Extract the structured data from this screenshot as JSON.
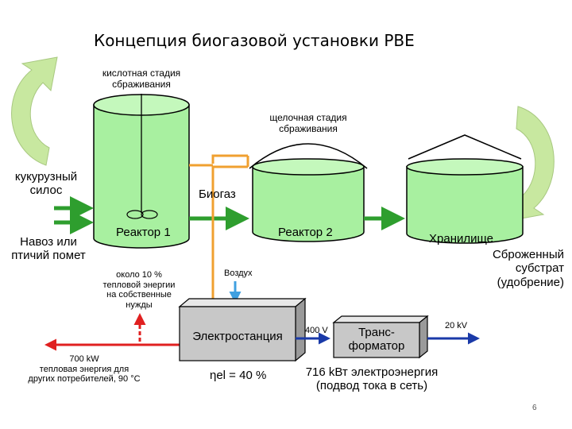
{
  "title": "Концепция биогазовой установки PBE",
  "labels": {
    "acid_stage": "кислотная стадия\nсбраживания",
    "alkaline_stage": "щелочная стадия\nсбраживания",
    "corn_silage": "кукурузный\nсилос",
    "manure": "Навоз или\nптичий помет",
    "biogas": "Биогаз",
    "reactor1": "Реактор 1",
    "reactor2": "Реактор 2",
    "storage": "Хранилище",
    "digestate": "Сброженный\nсубстрат\n(удобрение)",
    "own_needs": "около 10 %\nтепловой энергии\nна собственные\nнужды",
    "air": "Воздух",
    "power_station": "Электростанция",
    "voltage_400": "400 V",
    "transformer": "Транс-\nформатор",
    "voltage_20k": "20 kV",
    "heat_700": "700 kW\nтепловая энергия для\nдругих потребителей, 90 °С",
    "efficiency": "ηel = 40 %",
    "electricity": "716 kВт электроэнергия\n(подвод тока в сеть)",
    "page_number": "6"
  },
  "colors": {
    "tank_fill": "#a8f0a0",
    "tank_stroke": "#000000",
    "gas_line": "#f0a030",
    "feed_arrow": "#2e9e2e",
    "cycle_arrow": "#c8e8a0",
    "air_arrow": "#40a0e0",
    "heat_arrow": "#e02020",
    "electric_arrow": "#1a3aa8",
    "box_fill": "#c8c8c8"
  }
}
